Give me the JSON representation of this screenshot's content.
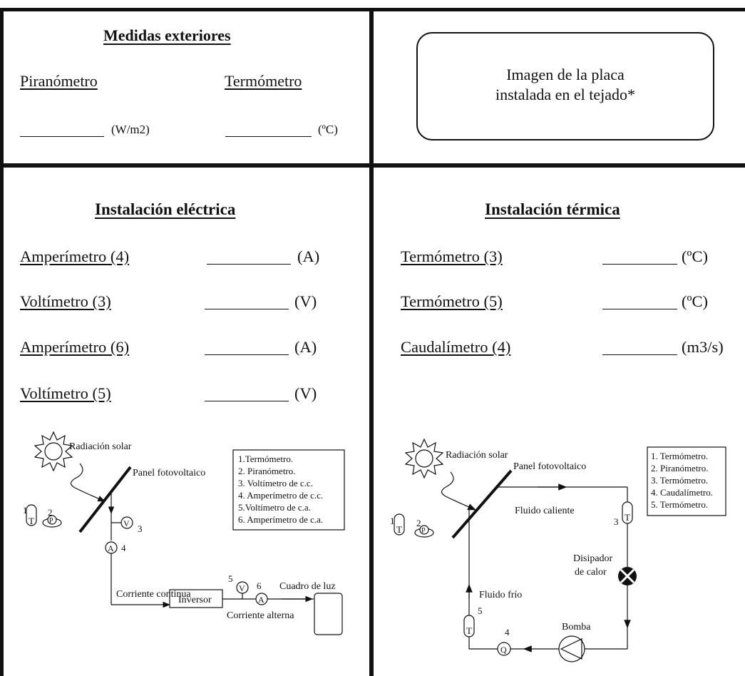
{
  "outside": {
    "title": "Medidas exteriores",
    "pyranometer_label": "Piranómetro",
    "pyranometer_unit": "(W/m2)",
    "thermometer_label": "Termómetro",
    "thermometer_unit": "(ºC)"
  },
  "image_box": {
    "line1": "Imagen de la placa",
    "line2": "instalada en el tejado*"
  },
  "electric": {
    "title": "Instalación eléctrica",
    "rows": [
      {
        "label": "Amperímetro (4)",
        "unit": "(A)"
      },
      {
        "label": "Voltímetro (3)",
        "unit": "(V)"
      },
      {
        "label": "Amperímetro (6)",
        "unit": "(A)"
      },
      {
        "label": "Voltímetro (5)",
        "unit": "(V)"
      }
    ],
    "diagram": {
      "sun_label": "Radiación solar",
      "panel_label": "Panel fotovoltaico",
      "dc_label": "Corriente continua",
      "ac_label": "Corriente alterna",
      "inverter_label": "Inversor",
      "box_label": "Cuadro de luz",
      "n1": "1",
      "n2": "2",
      "n3": "3",
      "n4": "4",
      "n5": "5",
      "n6": "6",
      "sym_t": "T",
      "sym_p": "P",
      "sym_v": "V",
      "sym_a": "A",
      "legend": [
        "1.Termómetro.",
        "2. Piranómetro.",
        "3. Voltímetro de c.c.",
        "4. Amperímetro de c.c.",
        "5.Voltímetro de c.a.",
        "6. Amperímetro de c.a."
      ]
    }
  },
  "thermal": {
    "title": "Instalación térmica",
    "rows": [
      {
        "label": "Termómetro (3)",
        "unit": "(ºC)"
      },
      {
        "label": "Termómetro (5)",
        "unit": "(ºC)"
      },
      {
        "label": "Caudalímetro (4)",
        "unit": "(m3/s)"
      }
    ],
    "diagram": {
      "sun_label": "Radiación solar",
      "panel_label": "Panel fotovoltaico",
      "hot_label": "Fluido caliente",
      "cold_label": "Fluido frío",
      "sink_label1": "Disipador",
      "sink_label2": "de calor",
      "pump_label": "Bomba",
      "n1": "1",
      "n2": "2",
      "n3": "3",
      "n4": "4",
      "n5": "5",
      "sym_t": "T",
      "sym_p": "P",
      "sym_q": "Q",
      "legend": [
        "1. Termómetro.",
        "2. Piranómetro.",
        "3. Termómetro.",
        "4. Caudalímetro.",
        "5. Termómetro."
      ]
    }
  }
}
